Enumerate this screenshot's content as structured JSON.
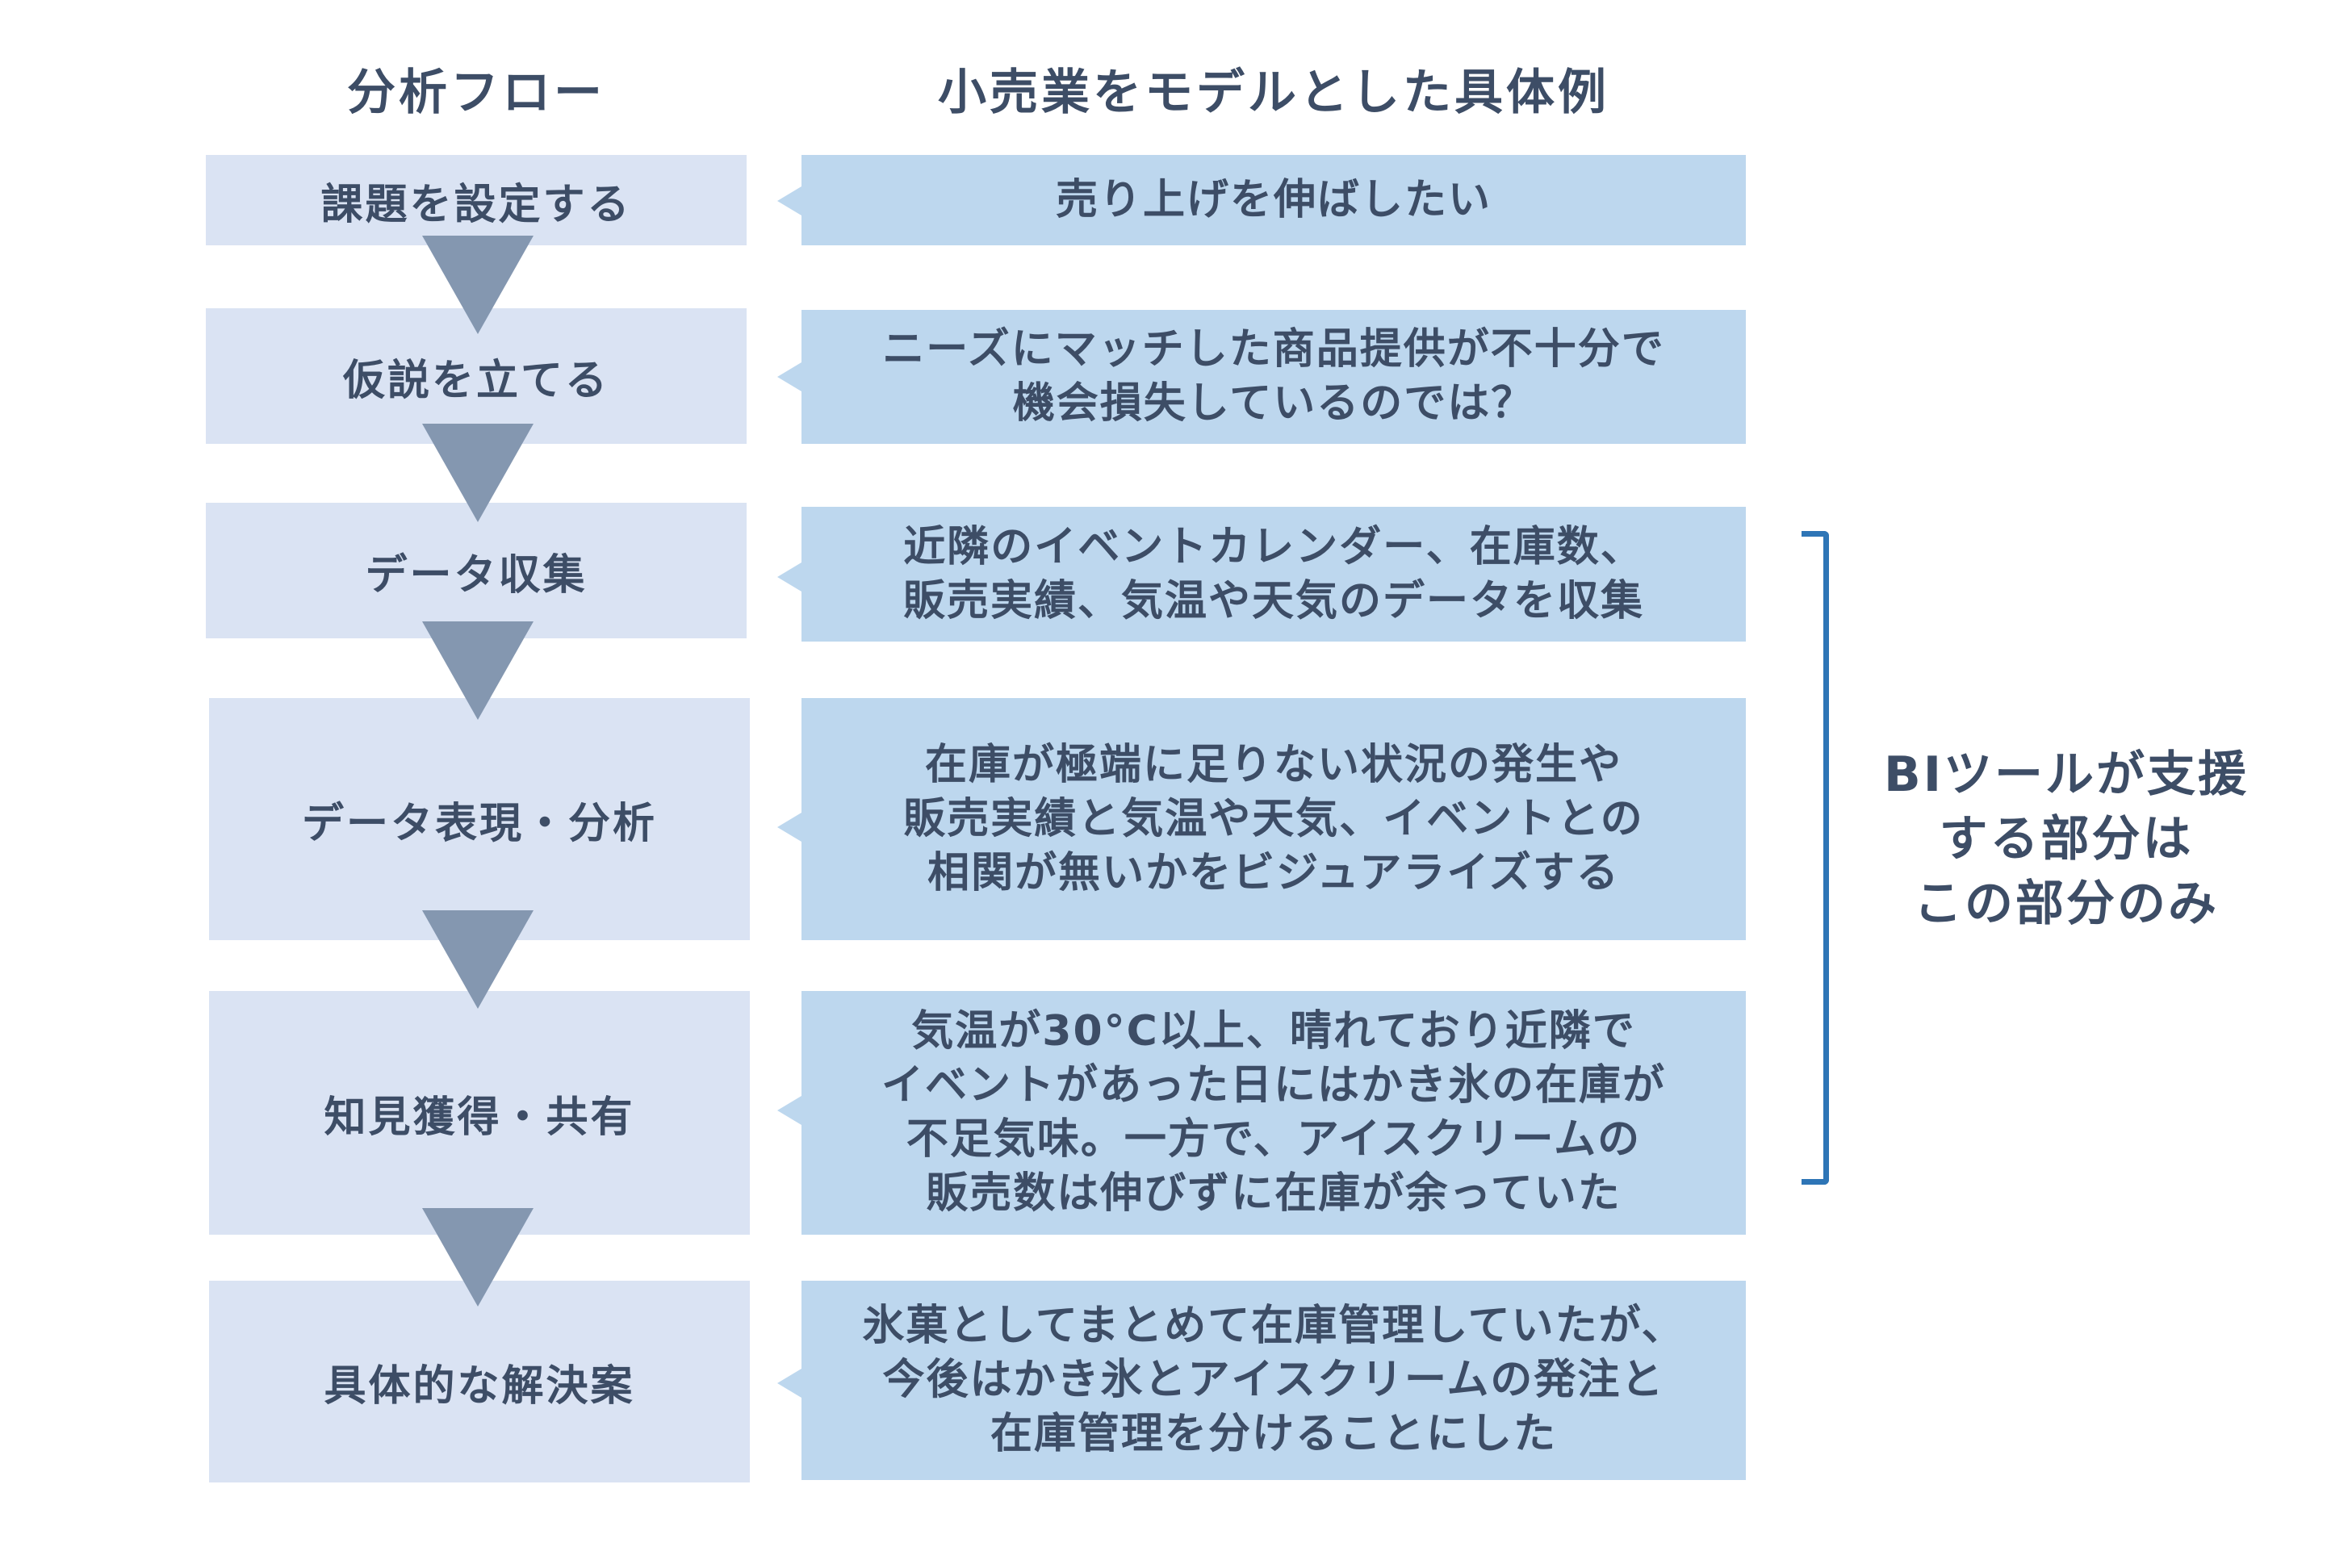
{
  "headings": {
    "flow": "分析フロー",
    "example": "小売業をモデルとした具体例"
  },
  "steps": [
    {
      "label": "課題を設定する"
    },
    {
      "label": "仮説を立てる"
    },
    {
      "label": "データ収集"
    },
    {
      "label": "データ表現・分析"
    },
    {
      "label": "知見獲得・共有"
    },
    {
      "label": "具体的な解決案"
    }
  ],
  "examples": [
    {
      "lines": [
        "売り上げを伸ばしたい"
      ]
    },
    {
      "lines": [
        "ニーズにマッチした商品提供が不十分で",
        "機会損失しているのでは？"
      ]
    },
    {
      "lines": [
        "近隣のイベントカレンダー、在庫数、",
        "販売実績、気温や天気のデータを収集"
      ]
    },
    {
      "lines": [
        "在庫が極端に足りない状況の発生や",
        "販売実績と気温や天気、イベントとの",
        "相関が無いかをビジュアライズする"
      ]
    },
    {
      "lines": [
        "気温が30°C以上、晴れており近隣で",
        "イベントがあった日にはかき氷の在庫が",
        "不足気味。一方で、アイスクリームの",
        "販売数は伸びずに在庫が余っていた"
      ]
    },
    {
      "lines": [
        "氷菓としてまとめて在庫管理していたが、",
        "今後はかき氷とアイスクリームの発注と",
        "在庫管理を分けることにした"
      ]
    }
  ],
  "bi_note": {
    "lines": [
      "BIツールが支援",
      "する部分は",
      "この部分のみ"
    ]
  },
  "colors": {
    "step_fill": "#dae3f3",
    "example_fill": "#bdd7ee",
    "arrow_fill": "#8497b0",
    "brace": "#2e75b6",
    "text": "#3d4d66"
  }
}
